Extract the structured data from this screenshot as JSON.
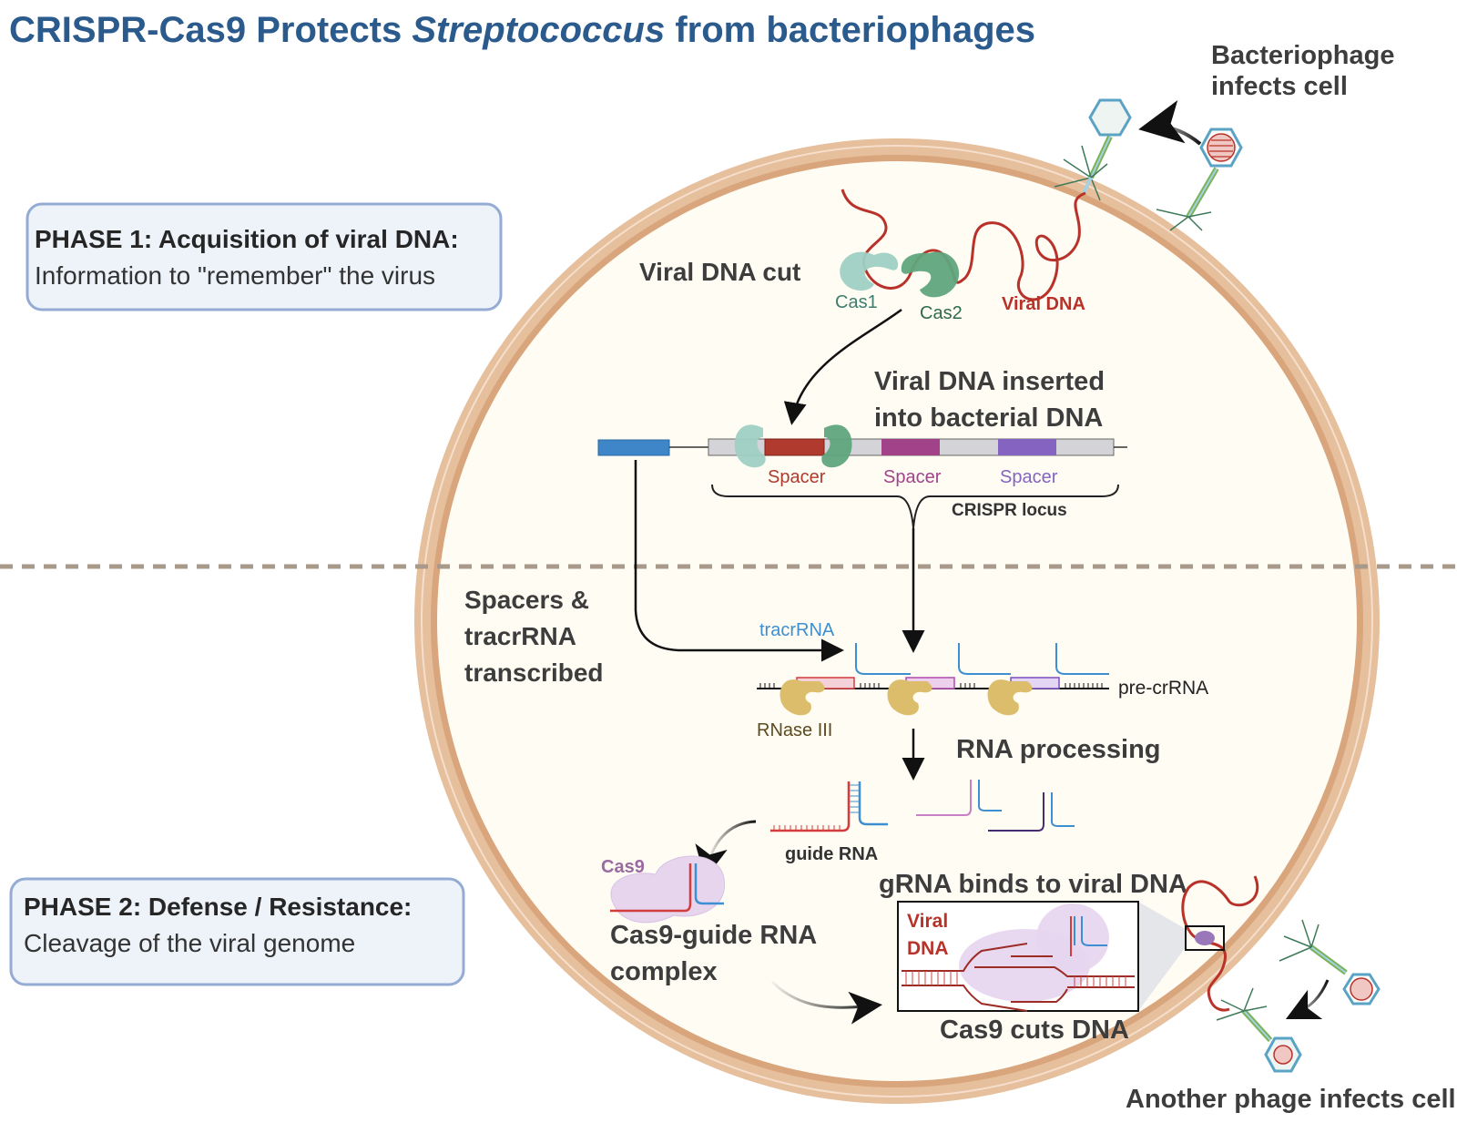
{
  "title": {
    "prefix": "CRISPR-Cas9 Protects ",
    "italic": "Streptococcus",
    "suffix": " from bacteriophages"
  },
  "phases": [
    {
      "heading": "PHASE 1: Acquisition of viral DNA:",
      "description": "Information to \"remember\" the virus"
    },
    {
      "heading": "PHASE 2: Defense / Resistance:",
      "description": "Cleavage of the viral genome"
    }
  ],
  "labels": {
    "bacteriophage_infects_line1": "Bacteriophage",
    "bacteriophage_infects_line2": "infects cell",
    "viral_dna_cut": "Viral DNA cut",
    "cas1": "Cas1",
    "cas2": "Cas2",
    "viral_dna": "Viral DNA",
    "inserted_line1": "Viral DNA inserted",
    "inserted_line2": "into  bacterial DNA",
    "spacers": [
      "Spacer",
      "Spacer",
      "Spacer"
    ],
    "crispr_locus": "CRISPR locus",
    "transcribed_line1": "Spacers &",
    "transcribed_line2": "tracrRNA",
    "transcribed_line3": "transcribed",
    "tracrrna": "tracrRNA",
    "pre_crrna": "pre-crRNA",
    "rnase3": "RNase III",
    "rna_processing": "RNA processing",
    "guide_rna": "guide RNA",
    "cas9": "Cas9",
    "complex_line1": "Cas9-guide RNA",
    "complex_line2": "complex",
    "grna_binds": "gRNA binds to viral DNA",
    "inset_viral_line1": "Viral",
    "inset_viral_line2": "DNA",
    "cas9_cuts": "Cas9 cuts DNA",
    "another_phage": "Another phage infects cell"
  },
  "colors": {
    "title": "#2b5a8c",
    "cell_wall": "#e6bf9c",
    "cytoplasm": "#fefcf3",
    "viral_dna": "#b8322a",
    "cas1": "#9fd0c4",
    "cas2": "#5fa57c",
    "spacer1": "#b03a2e",
    "spacer2": "#a2438a",
    "spacer3": "#8464c0",
    "tracrrna": "#3e8fd1",
    "rnase3": "#dcbd6c",
    "cas9": "#e7d5ee",
    "cas9_label": "#9a6aa0",
    "leader": "#3f86c8"
  }
}
